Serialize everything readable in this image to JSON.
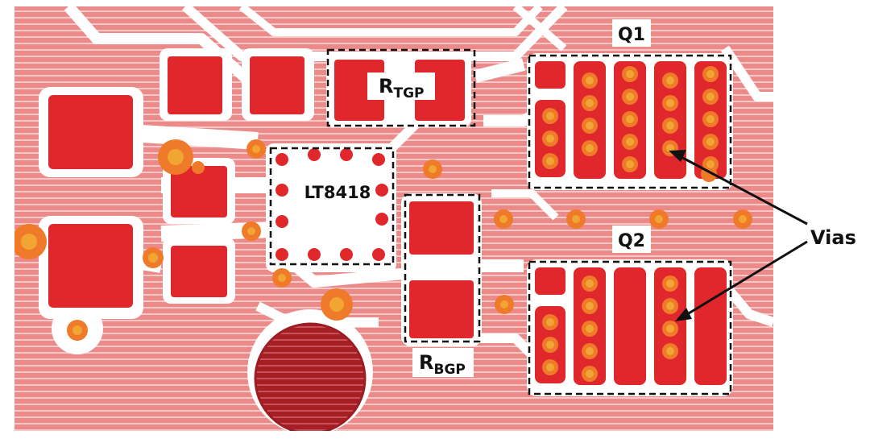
{
  "labels": {
    "q1": "Q1",
    "q2": "Q2",
    "ic": "LT8418",
    "rtgp_main": "R",
    "rtgp_sub": "TGP",
    "rbgp_main": "R",
    "rbgp_sub": "BGP",
    "vias": "Vias"
  },
  "colors": {
    "board": "#ec8a8a",
    "stripe": "#f8c9c9",
    "copper": "#e0282c",
    "via_ring": "#ee7a2a",
    "via_core": "#f1a532",
    "keepout": "#ffffff",
    "dark_pad": "#9c1d22"
  }
}
